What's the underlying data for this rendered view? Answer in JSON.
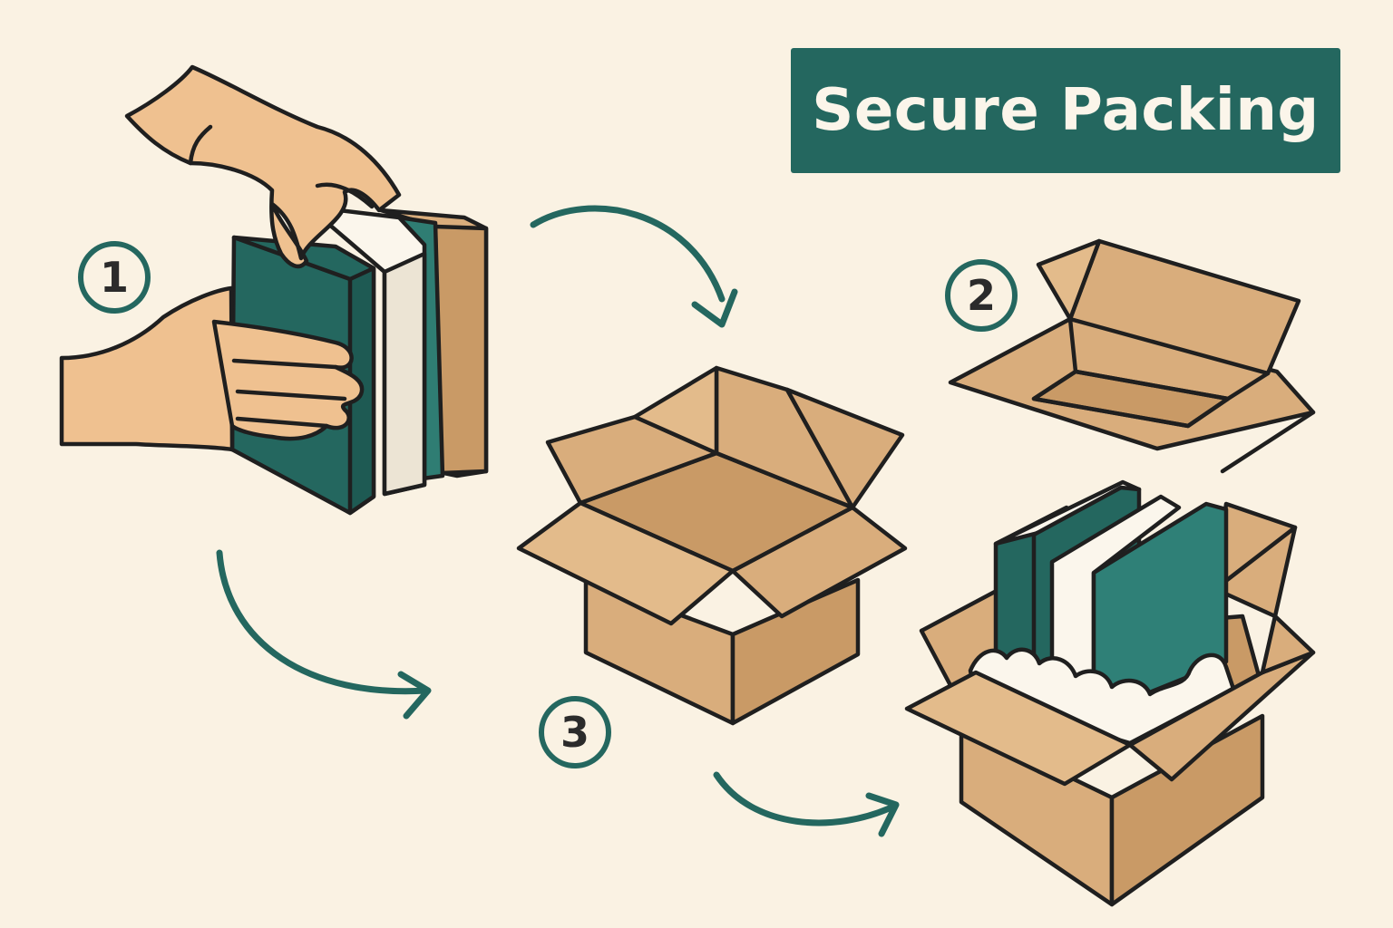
{
  "title": "Secure Packing",
  "steps": [
    {
      "number": "1",
      "description_icon": "hands-holding-books"
    },
    {
      "number": "2",
      "description_icon": "flat-open-box"
    },
    {
      "number": "3",
      "description_icon": "open-box-with-books"
    }
  ],
  "colors": {
    "background": "#faf2e3",
    "teal": "#24675f",
    "cardboard": "#d9ad7c",
    "cardboard_dark": "#c99a66",
    "skin": "#efc190",
    "ink": "#1f1f1f"
  },
  "icons": [
    "hands-icon",
    "books-icon",
    "open-box-icon",
    "flat-box-icon",
    "packed-box-icon",
    "curved-arrow-icon"
  ]
}
